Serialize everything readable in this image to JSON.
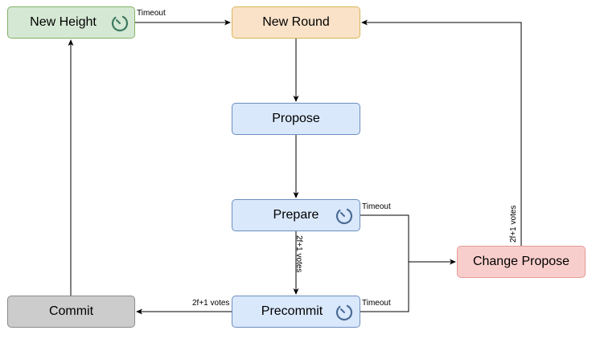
{
  "nodes": {
    "new_height": "New Height",
    "new_round": "New Round",
    "propose": "Propose",
    "prepare": "Prepare",
    "precommit": "Precommit",
    "commit": "Commit",
    "change_propose": "Change Propose"
  },
  "edge_labels": {
    "height_to_round": "Timeout",
    "prepare_timeout": "Timeout",
    "precommit_timeout": "Timeout",
    "prepare_to_precommit": "2f+1 votes",
    "precommit_to_commit": "2f+1 votes",
    "change_to_round": "2f+1 votes"
  },
  "colors": {
    "blue_fill": "#dae8fc",
    "green_fill": "#d5e8d4",
    "orange_fill": "#fae2c8",
    "gray_fill": "#cccccc",
    "red_fill": "#f8cecc",
    "timer_green": "#3e7a60",
    "timer_blue": "#4a6c94"
  },
  "icons": {
    "timer": "timer-icon"
  }
}
